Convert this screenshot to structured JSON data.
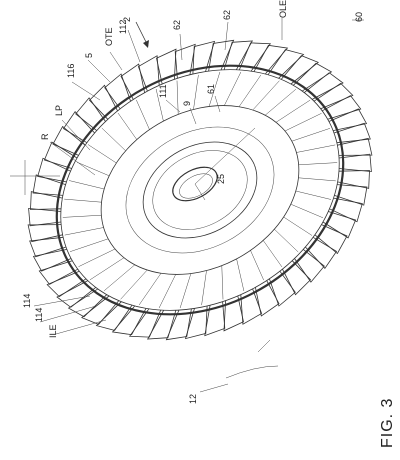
{
  "figure": {
    "caption": "FIG. 3",
    "sheet_label": "60",
    "labels": {
      "two": "2",
      "OLE": "OLE",
      "OTE": "OTE",
      "n112": "112",
      "n62a": "62",
      "n62b": "62",
      "n5": "5",
      "n116": "116",
      "LP": "LP",
      "R": "R",
      "n111": "111",
      "n9": "9",
      "n61": "61",
      "n25": "25",
      "n114a": "114",
      "n114b": "114",
      "ILE": "ILE",
      "n12": "12"
    }
  }
}
